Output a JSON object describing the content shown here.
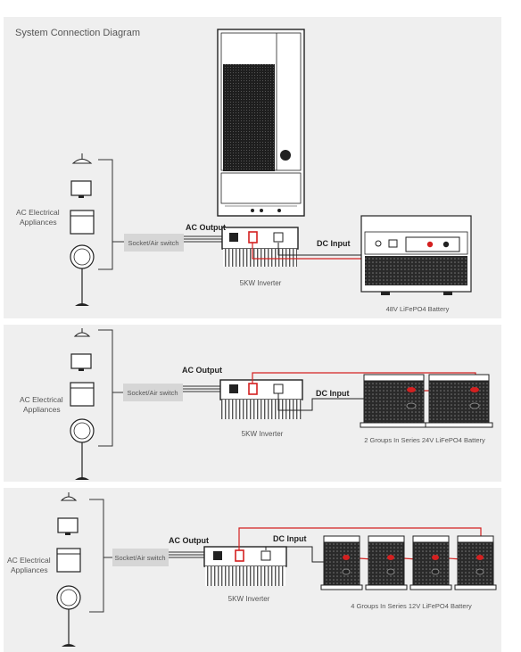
{
  "title": "System Connection Diagram",
  "panels": [
    {
      "appliances_label": [
        "AC Electrical",
        "Appliances"
      ],
      "switch_label": "Socket/Air switch",
      "ac_output": "AC Output",
      "dc_input": "DC Input",
      "inverter_label": "5KW Inverter",
      "battery_label": "48V LiFePO4 Battery"
    },
    {
      "appliances_label": [
        "AC Electrical",
        "Appliances"
      ],
      "switch_label": "Socket/Air switch",
      "ac_output": "AC Output",
      "dc_input": "DC Input",
      "inverter_label": "5KW Inverter",
      "battery_label": "2 Groups In Series 24V LiFePO4 Battery"
    },
    {
      "appliances_label": [
        "AC Electrical",
        "Appliances"
      ],
      "switch_label": "Socket/Air switch",
      "ac_output": "AC Output",
      "dc_input": "DC Input",
      "inverter_label": "5KW Inverter",
      "battery_label": "4 Groups In Series 12V LiFePO4 Battery"
    }
  ],
  "colors": {
    "panel_bg": "#efefef",
    "wire_red": "#d42020",
    "switch_bg": "#d6d6d6",
    "line": "#2a2a2a"
  }
}
